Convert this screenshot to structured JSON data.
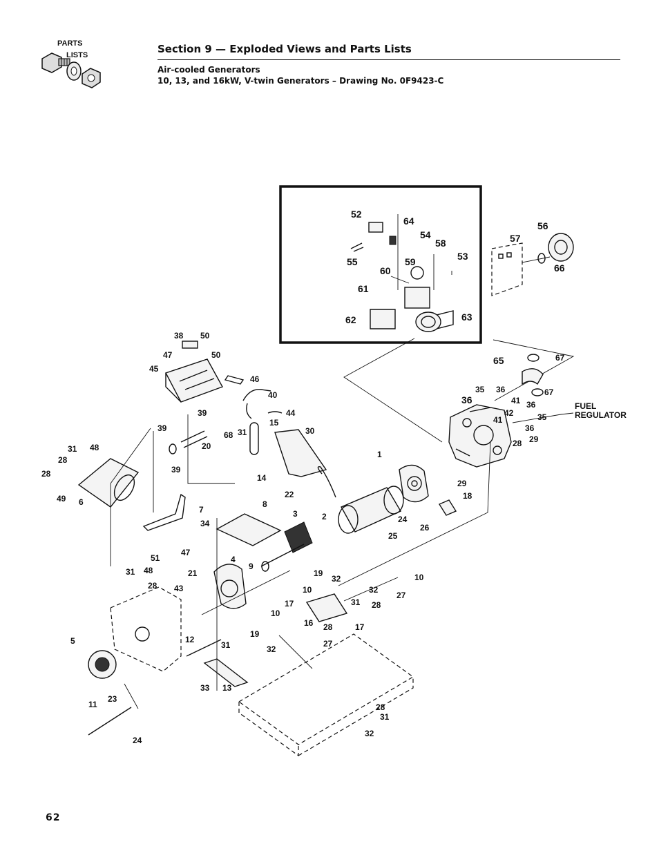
{
  "logo": {
    "line1": "PARTS",
    "line2": "LISTS"
  },
  "header": {
    "title": "Section 9 — Exploded Views and Parts Lists",
    "subtitle_line1": "Air-cooled Generators",
    "subtitle_line2": "10, 13, and 16kW, V-twin Generators – Drawing No. 0F9423-C"
  },
  "diagram": {
    "fuel_regulator_line1": "FUEL",
    "fuel_regulator_line2": "REGULATOR",
    "callouts": {
      "c52": "52",
      "c64": "64",
      "c54": "54",
      "c58": "58",
      "c55": "55",
      "c59": "59",
      "c60": "60",
      "c53": "53",
      "c61": "61",
      "c62": "62",
      "c63": "63",
      "c57": "57",
      "c56": "56",
      "c66": "66",
      "c38": "38",
      "c50a": "50",
      "c47a": "47",
      "c50b": "50",
      "c45": "45",
      "c46": "46",
      "c40": "40",
      "c65": "65",
      "c67a": "67",
      "c67b": "67",
      "c35a": "35",
      "c36a": "36",
      "c36b": "36",
      "c41a": "41",
      "c36c": "36",
      "c42": "42",
      "c41b": "41",
      "c35b": "35",
      "c36d": "36",
      "c29a": "29",
      "c28a": "28",
      "c39a": "39",
      "c44": "44",
      "c15": "15",
      "c30": "30",
      "c68": "68",
      "c31a": "31",
      "c39b": "39",
      "c20": "20",
      "c31b": "31",
      "c48a": "48",
      "c28b": "28",
      "c28c": "28",
      "c49": "49",
      "c6": "6",
      "c39c": "39",
      "c1": "1",
      "c14": "14",
      "c22": "22",
      "c29b": "29",
      "c18": "18",
      "c7": "7",
      "c8": "8",
      "c34": "34",
      "c3": "3",
      "c2": "2",
      "c24a": "24",
      "c25": "25",
      "c26": "26",
      "c47b": "47",
      "c51": "51",
      "c4": "4",
      "c9": "9",
      "c10a": "10",
      "c31c": "31",
      "c48b": "48",
      "c28d": "28",
      "c21": "21",
      "c43": "43",
      "c19a": "19",
      "c32a": "32",
      "c27a": "27",
      "c10b": "10",
      "c32b": "32",
      "c17a": "17",
      "c31d": "31",
      "c28e": "28",
      "c10c": "10",
      "c16": "16",
      "c28f": "28",
      "c17b": "17",
      "c19b": "19",
      "c27b": "27",
      "c32c": "32",
      "c5": "5",
      "c12": "12",
      "c31e": "31",
      "c33": "33",
      "c13": "13",
      "c23": "23",
      "c11": "11",
      "c24b": "24",
      "c28g": "28",
      "c31f": "31",
      "c32d": "32"
    }
  },
  "page_number": "62"
}
